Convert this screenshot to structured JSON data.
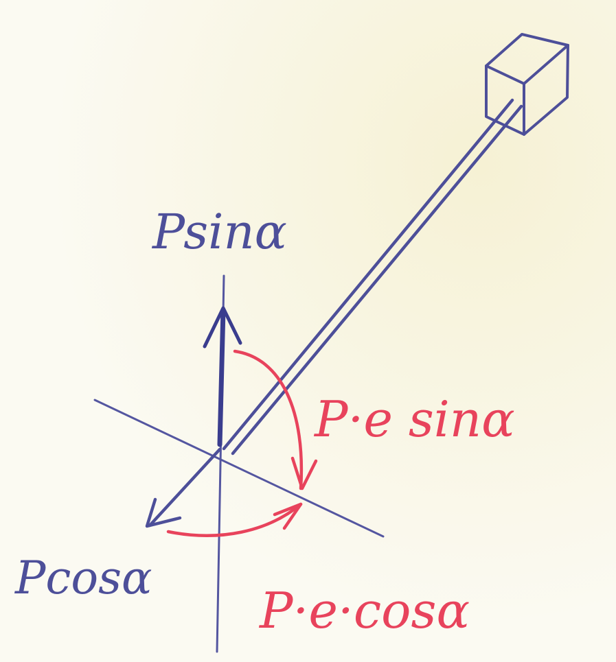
{
  "colors": {
    "paper": "#fbfaf2",
    "paper_warm": "#f6f1d4",
    "ink_blue": "#4d4f99",
    "ink_blue_dark": "#3a3d8e",
    "ink_red": "#e8435c"
  },
  "labels": {
    "p_sin": "Psinα",
    "p_cos": "Pcosα",
    "pe_sin": "P·e sinα",
    "pe_cos": "P·e·cosα"
  }
}
